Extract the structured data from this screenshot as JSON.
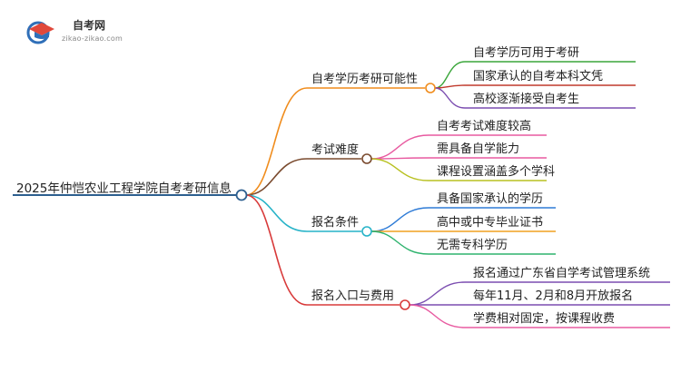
{
  "logo": {
    "title": "自考网",
    "url": "zikao-zikao.com",
    "icon": "graduation-cap-icon"
  },
  "root": {
    "label": "2025年仲恺农业工程学院自考考研信息",
    "color": "#2d5f8f"
  },
  "branches": [
    {
      "label": "自考学历考研可能性",
      "color": "#f08c1c",
      "children": [
        {
          "label": "自考学历可用于考研",
          "color": "#3aa63a"
        },
        {
          "label": "国家承认的自考本科文凭",
          "color": "#c0392b"
        },
        {
          "label": "高校逐渐接受自考生",
          "color": "#7b4db0"
        }
      ]
    },
    {
      "label": "考试难度",
      "color": "#7a4a2e",
      "children": [
        {
          "label": "自考考试难度较高",
          "color": "#e85aa0"
        },
        {
          "label": "需具备自学能力",
          "color": "#e85aa0"
        },
        {
          "label": "课程设置涵盖多个学科",
          "color": "#b8c020"
        }
      ]
    },
    {
      "label": "报名条件",
      "color": "#27b3c8",
      "children": [
        {
          "label": "具备国家承认的学历",
          "color": "#2e7bd6"
        },
        {
          "label": "高中或中专毕业证书",
          "color": "#f0a020"
        },
        {
          "label": "无需专科学历",
          "color": "#2fb36e"
        }
      ]
    },
    {
      "label": "报名入口与费用",
      "color": "#d83a3a",
      "children": [
        {
          "label": "报名通过广东省自学考试管理系统",
          "color": "#7b4db0"
        },
        {
          "label": "每年11月、2月和8月开放报名",
          "color": "#7b4db0"
        },
        {
          "label": "学费相对固定，按课程收费",
          "color": "#e85aa0"
        }
      ]
    }
  ]
}
